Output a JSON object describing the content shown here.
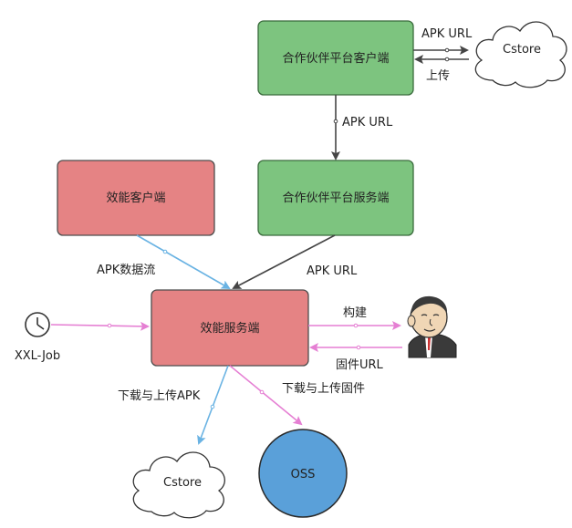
{
  "colors": {
    "green_box": "#7dc47f",
    "green_border": "#3a6b3c",
    "red_box": "#e58384",
    "red_border": "#4d4d4d",
    "oss_blue": "#5aa0d9",
    "arrow_gray": "#454545",
    "arrow_blue": "#6ab3e3",
    "arrow_pink": "#e57fd3"
  },
  "nodes": {
    "partner_client": "合作伙伴平台客户端",
    "partner_server": "合作伙伴平台服务端",
    "efficiency_client": "效能客户端",
    "efficiency_server": "效能服务端",
    "cstore_top": "Cstore",
    "cstore_bottom": "Cstore",
    "oss": "OSS",
    "xxl_job": "XXL-Job"
  },
  "edges": {
    "apk_url_to_cstore": "APK URL",
    "upload_from_cstore": "上传",
    "apk_url_partner_down": "APK URL",
    "apk_data_stream": "APK数据流",
    "apk_url_to_server": "APK URL",
    "build": "构建",
    "firmware_url": "固件URL",
    "download_upload_apk": "下载与上传APK",
    "download_upload_firmware": "下载与上传固件"
  },
  "icons": [
    "clock-icon",
    "jenkins-icon",
    "cloud-icon"
  ]
}
